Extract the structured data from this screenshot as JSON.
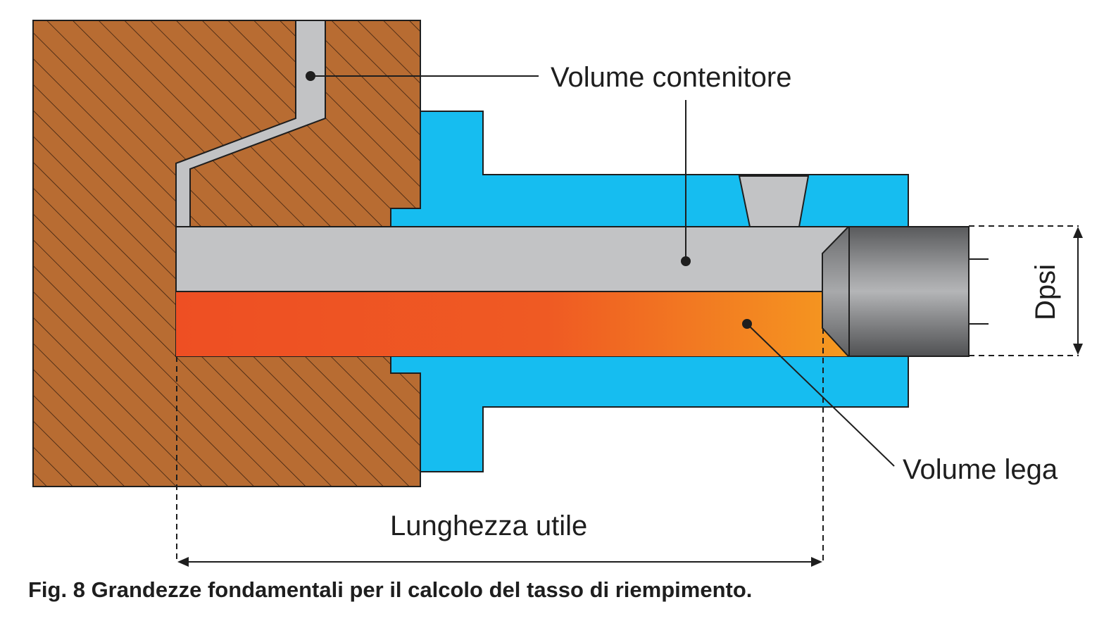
{
  "labels": {
    "container_volume": "Volume contenitore",
    "alloy_volume": "Volume lega",
    "useful_length": "Lunghezza utile",
    "diameter": "Dpsi"
  },
  "caption": "Fig. 8 Grandezze fondamentali per il calcolo del tasso di riempimento.",
  "colors": {
    "die_block": "#b86c32",
    "hatch": "#3a2010",
    "sleeve": "#16bdf0",
    "metal_gray": "#c2c3c5",
    "alloy_start": "#ee4f23",
    "alloy_end": "#f59a20",
    "outline": "#1e1e1e"
  }
}
